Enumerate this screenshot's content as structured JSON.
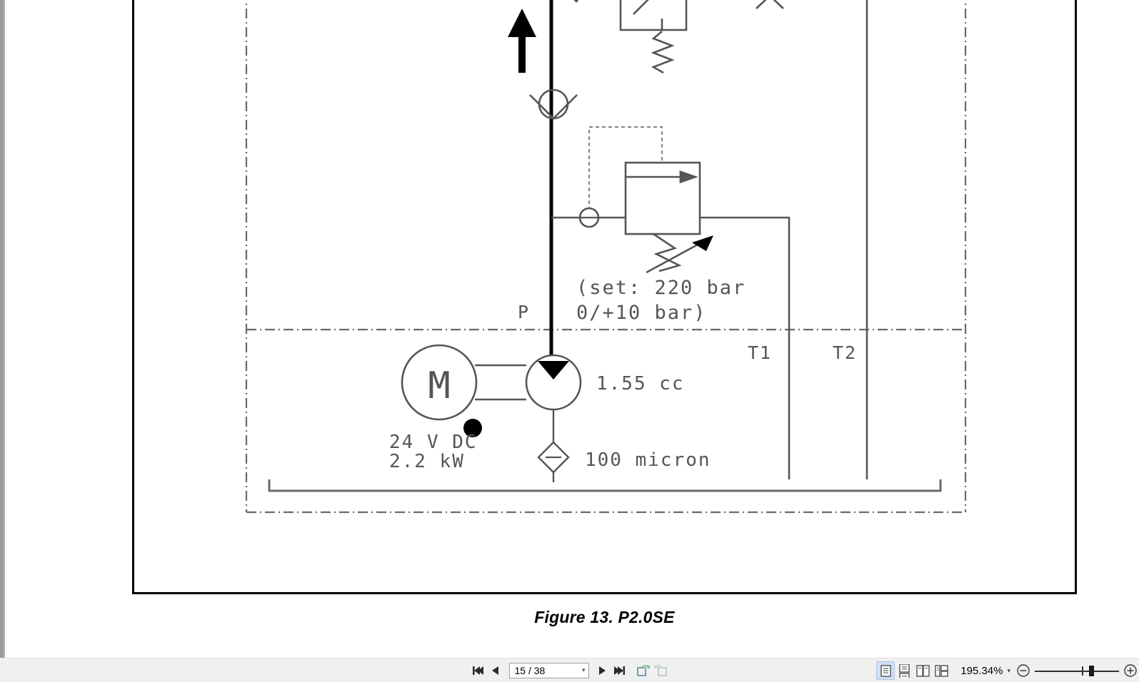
{
  "document": {
    "figure_caption": "Figure 13. P2.0SE",
    "labels": {
      "port_p": "P",
      "port_t1": "T1",
      "port_t2": "T2",
      "relief_set_line1": "(set: 220 bar",
      "relief_set_line2": "0/+10 bar)",
      "motor_symbol": "M",
      "motor_voltage": "24 V DC",
      "motor_power": "2.2 kW",
      "pump_displacement": "1.55 cc",
      "filter_rating": "100 micron"
    }
  },
  "toolbar": {
    "first_page_label": "First page",
    "previous_page_label": "Previous page",
    "page_value": "15 / 38",
    "page_placeholder": "15 / 38",
    "next_page_label": "Next page",
    "last_page_label": "Last page",
    "rotate_cw_label": "Rotate clockwise",
    "rotate_ccw_label": "Rotate counterclockwise",
    "view_single_page": "Single page view",
    "view_continuous": "Continuous scroll view",
    "view_two_page": "Two page view",
    "view_two_page_cover": "Two page view with cover",
    "zoom_level": "195.34%",
    "zoom_out_label": "Zoom out",
    "zoom_in_label": "Zoom in",
    "zoom_caret": "▾"
  },
  "colors": {
    "toolbar_bg": "#f0f0f0",
    "active_view_bg": "#cfe0f2",
    "line_color": "#555555",
    "bold_line_color": "#000000",
    "page_border": "#000000"
  }
}
